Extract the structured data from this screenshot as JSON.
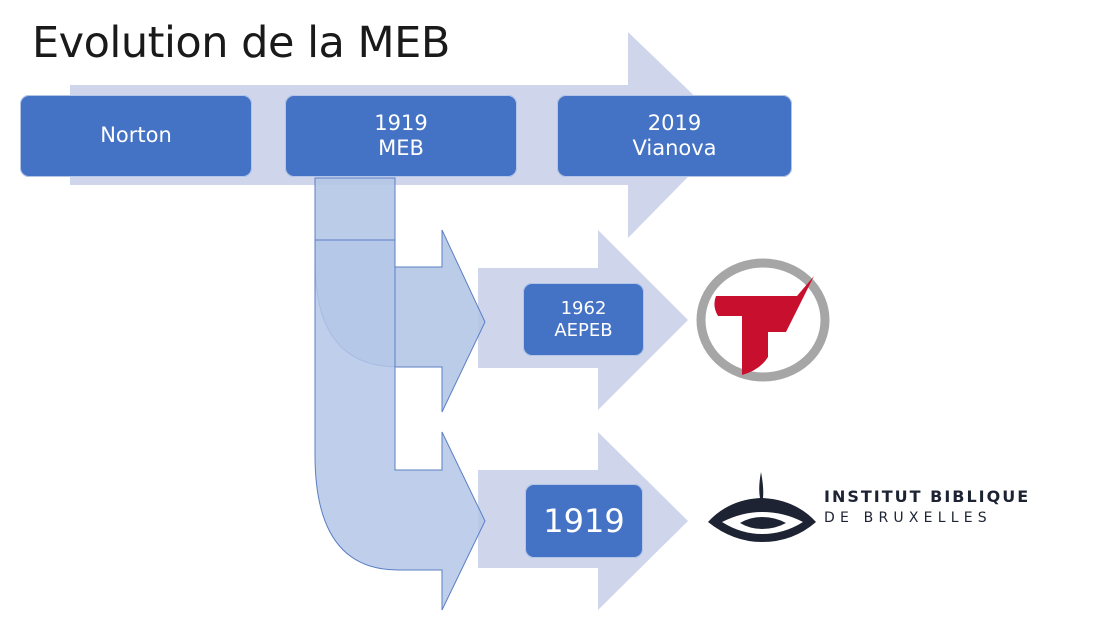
{
  "title": "Evolution de la MEB",
  "colors": {
    "box_fill": "#4472c4",
    "arrow_fill": "#cfd6ec",
    "branch_fill": "#b4c7e7",
    "logo_red": "#c8102e",
    "logo_grey": "#a6a6a6",
    "logo_navy": "#1d2333"
  },
  "timeline": {
    "boxes": [
      {
        "line1": "Norton",
        "line2": ""
      },
      {
        "line1": "1919",
        "line2": "MEB"
      },
      {
        "line1": "2019",
        "line2": "Vianova"
      }
    ]
  },
  "branches": [
    {
      "line1": "1962",
      "line2": "AEPEB",
      "logo": "aepeb-cross-logo"
    },
    {
      "line1": "1919",
      "line2": "",
      "logo": "institut-biblique-logo"
    }
  ],
  "ibb_logo": {
    "line1": "INSTITUT BIBLIQUE",
    "line2": "DE BRUXELLES"
  }
}
